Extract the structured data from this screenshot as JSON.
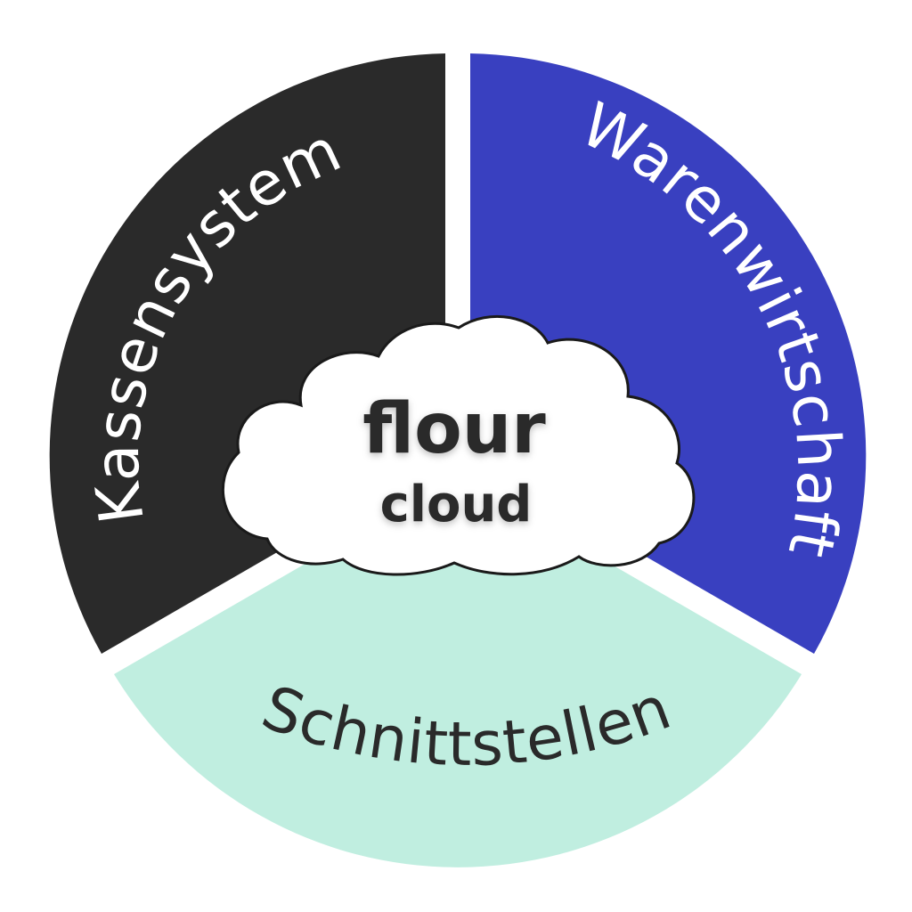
{
  "segments": [
    {
      "id": "kassensystem",
      "label": "Kassensystem",
      "color": "#2a2a2a",
      "text_color": "#ffffff"
    },
    {
      "id": "warenwirtschaft",
      "label": "Warenwirtschaft",
      "color": "#3940c0",
      "text_color": "#ffffff"
    },
    {
      "id": "schnittstellen",
      "label": "Schnittstellen",
      "color": "#c0eee0",
      "text_color": "#2a2a2a"
    }
  ],
  "center": {
    "title": "flour",
    "subtitle": "cloud",
    "cloud_fill": "#ffffff",
    "cloud_stroke": "#1a1a1a"
  }
}
